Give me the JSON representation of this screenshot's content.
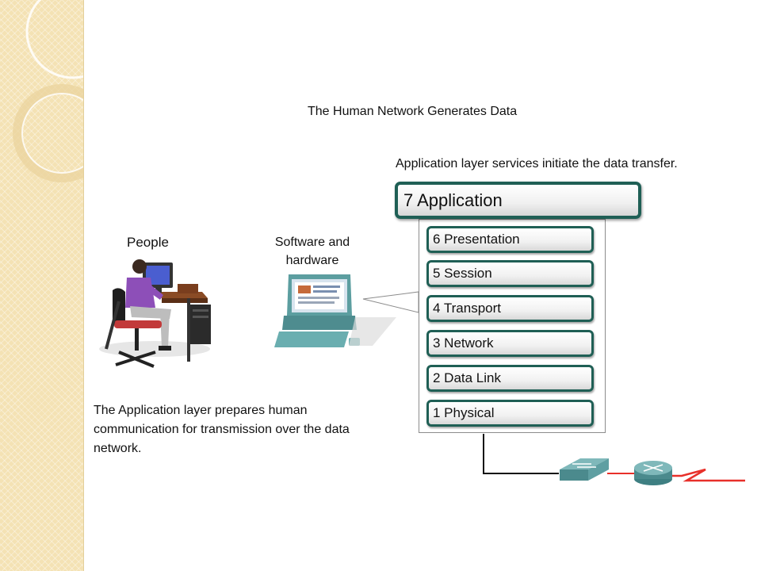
{
  "title": "The Human Network Generates Data",
  "application_caption": "Application layer services initiate the data transfer.",
  "people_label": "People",
  "software_label_line1": "Software and",
  "software_label_line2": "hardware",
  "description": "The Application layer prepares human communication for transmission over the data network.",
  "layers": {
    "application": "7 Application",
    "presentation": "6 Presentation",
    "session": "5 Session",
    "transport": "4 Transport",
    "network": "3 Network",
    "data_link": "2 Data Link",
    "physical": "1 Physical"
  },
  "colors": {
    "layer_border": "#1f5f55",
    "side_strip": "#f4e2b4",
    "wan_link": "#e8302a",
    "device": "#5c9ea0"
  },
  "icons": {
    "person": "person-at-desk-icon",
    "computer": "computer-icon",
    "switch": "switch-icon",
    "router": "router-icon",
    "wan": "wan-link-icon"
  }
}
